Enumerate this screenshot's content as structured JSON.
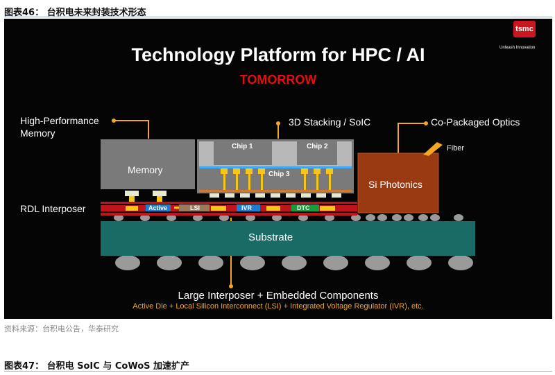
{
  "figure46": {
    "title": "图表46：  台积电未来封装技术形态"
  },
  "logo": {
    "text": "tsmc",
    "tagline": "Unleash Innovation"
  },
  "slide": {
    "title": "Technology Platform for HPC / AI",
    "subtitle": "TOMORROW",
    "labels": {
      "hbm_line1": "High-Performance",
      "hbm_line2": "Memory",
      "stacking": "3D Stacking / SoIC",
      "cpo": "Co-Packaged Optics",
      "fiber": "Fiber",
      "rdl": "RDL Interposer",
      "memory": "Memory",
      "chip1": "Chip 1",
      "chip2": "Chip 2",
      "chip3": "Chip 3",
      "photonics": "Si Photonics",
      "active": "Active",
      "lsi": "LSI",
      "ivr": "IVR",
      "dtc": "DTC",
      "substrate": "Substrate",
      "bottom_title": "Large Interposer + Embedded Components",
      "bottom_sub": "Active Die + Local Silicon Interconnect (LSI) + Integrated Voltage Regulator (IVR), etc."
    },
    "colors": {
      "accent": "#f5a623",
      "red": "#e01010",
      "substrate": "#1a6b66",
      "photonics": "#9a3a12",
      "memory": "#7a7a7a"
    }
  },
  "source": "资料来源：台积电公告，华泰研究",
  "figure47": {
    "title": "图表47：  台积电 SoIC 与 CoWoS 加速扩产"
  }
}
